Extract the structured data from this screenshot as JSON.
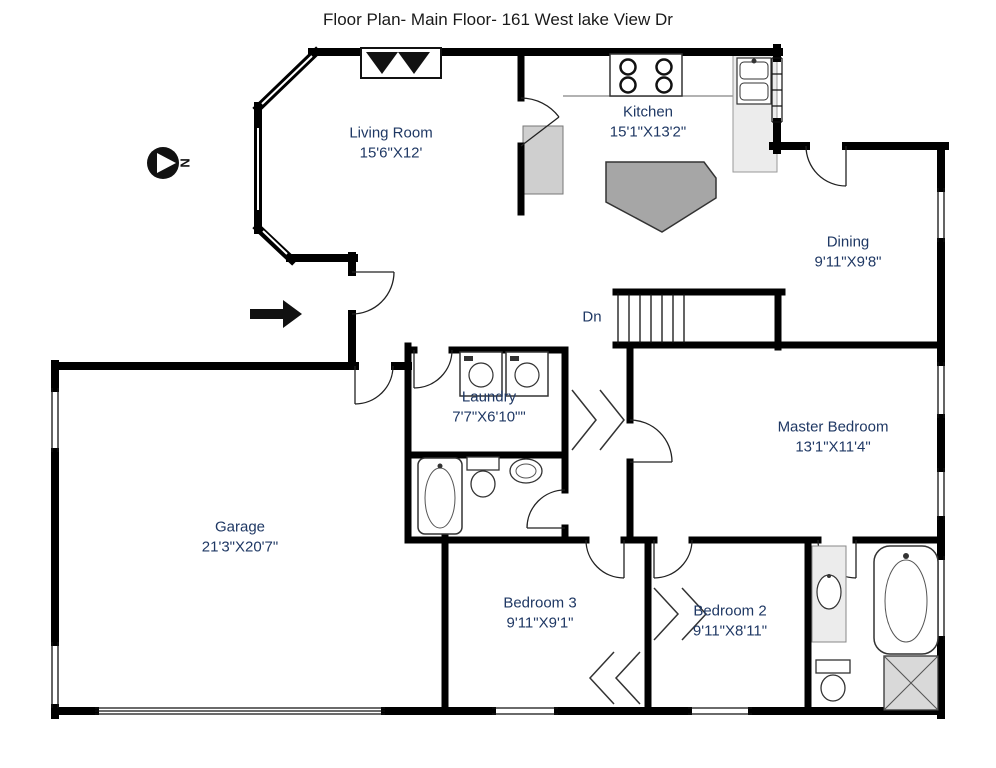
{
  "title": "Floor Plan- Main Floor- 161 West lake View Dr",
  "compass": {
    "label": "N"
  },
  "stairs": {
    "label": "Dn"
  },
  "rooms": {
    "living": {
      "name": "Living Room",
      "dims": "15'6\"X12'"
    },
    "kitchen": {
      "name": "Kitchen",
      "dims": "15'1\"X13'2\""
    },
    "dining": {
      "name": "Dining",
      "dims": "9'11\"X9'8\""
    },
    "laundry": {
      "name": "Laundry",
      "dims": "7'7\"X6'10\"\""
    },
    "master": {
      "name": "Master Bedroom",
      "dims": "13'1\"X11'4\""
    },
    "garage": {
      "name": "Garage",
      "dims": "21'3\"X20'7\""
    },
    "bedroom3": {
      "name": "Bedroom 3",
      "dims": "9'11\"X9'1\""
    },
    "bedroom2": {
      "name": "Bedroom 2",
      "dims": "9'11\"X8'11\""
    }
  },
  "colors": {
    "title_text": "#1a1a1a",
    "label_text": "#1f3864",
    "wall": "#000000",
    "counter_fill": "#ececec",
    "appliance_fill": "#cfcfcf",
    "island_fill": "#a6a6a6",
    "shower_fill": "#d9d9d9"
  }
}
